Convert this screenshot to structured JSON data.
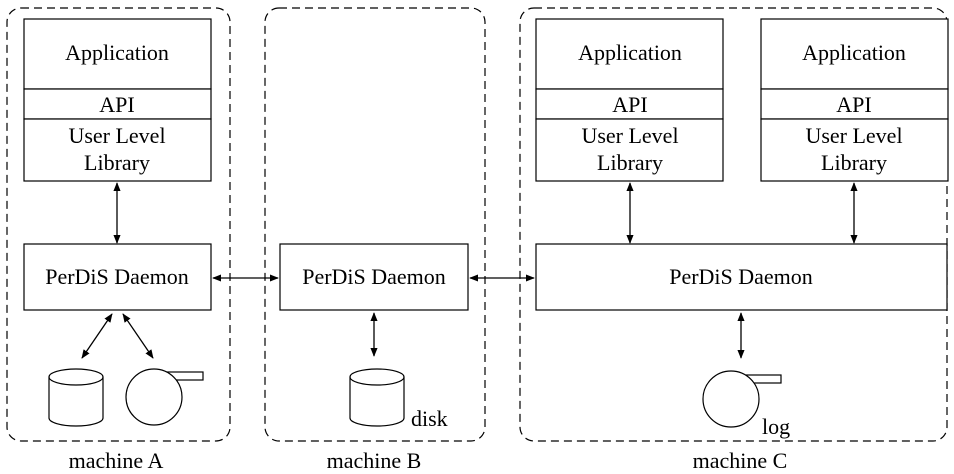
{
  "machines": {
    "a": {
      "label": "machine A",
      "app": {
        "application": "Application",
        "api": "API",
        "library_line1": "User Level",
        "library_line2": "Library"
      },
      "daemon": "PerDiS Daemon"
    },
    "b": {
      "label": "machine B",
      "daemon": "PerDiS Daemon",
      "disk_label": "disk"
    },
    "c": {
      "label": "machine C",
      "app1": {
        "application": "Application",
        "api": "API",
        "library_line1": "User Level",
        "library_line2": "Library"
      },
      "app2": {
        "application": "Application",
        "api": "API",
        "library_line1": "User Level",
        "library_line2": "Library"
      },
      "daemon": "PerDiS Daemon",
      "log_label": "log"
    }
  }
}
